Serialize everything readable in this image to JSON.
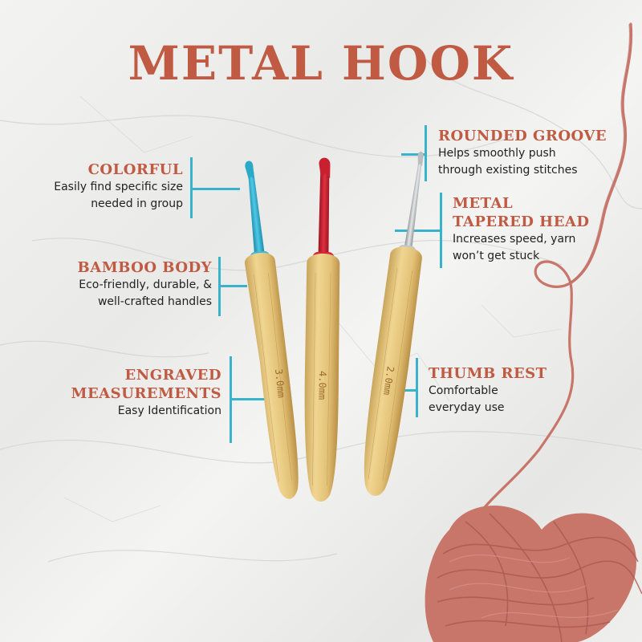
{
  "title": "METAL HOOK",
  "colors": {
    "heading": "#c05a42",
    "accent_line": "#39b3cc",
    "body_text": "#222222",
    "yarn": "#c8756a",
    "bamboo": "#e3c277",
    "hook_blue": "#2aa9c9",
    "hook_red": "#c8202e",
    "hook_silver": "#b9bcc0"
  },
  "features": {
    "colorful": {
      "heading": "COLORFUL",
      "lines": [
        "Easily find specific size",
        "needed in group"
      ]
    },
    "bamboo_body": {
      "heading": "BAMBOO BODY",
      "lines": [
        "Eco-friendly, durable, &",
        "well-crafted handles"
      ]
    },
    "engraved": {
      "heading_lines": [
        "ENGRAVED",
        "MEASUREMENTS"
      ],
      "lines": [
        "Easy Identification"
      ]
    },
    "rounded_groove": {
      "heading": "ROUNDED GROOVE",
      "lines": [
        "Helps smoothly push",
        "through existing stitches"
      ]
    },
    "metal_head": {
      "heading_lines": [
        "METAL",
        "TAPERED HEAD"
      ],
      "lines": [
        "Increases speed, yarn",
        "won’t get stuck"
      ]
    },
    "thumb_rest": {
      "heading": "THUMB REST",
      "lines": [
        "Comfortable",
        "everyday use"
      ]
    }
  },
  "hooks": [
    {
      "name": "blue",
      "engraving": "3.0mm"
    },
    {
      "name": "red",
      "engraving": "4.0mm"
    },
    {
      "name": "silver",
      "engraving": "2.0mm"
    }
  ]
}
